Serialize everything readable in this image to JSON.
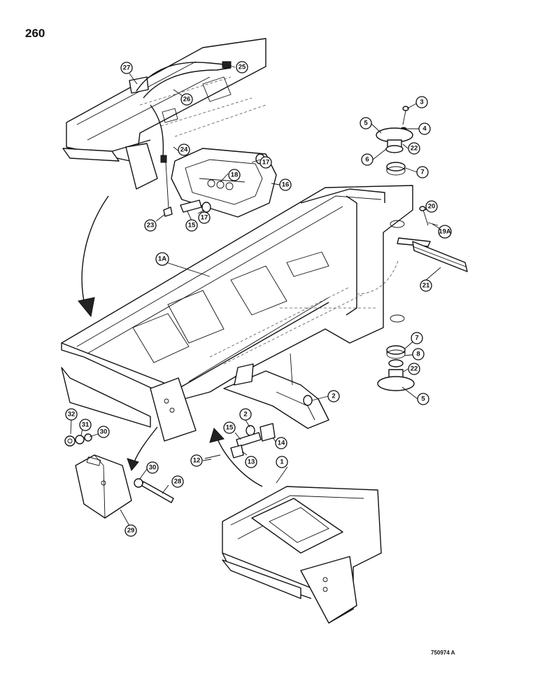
{
  "page": {
    "number": "260",
    "drawing_id": "750974 A"
  },
  "callouts": [
    "1",
    "1A",
    "2",
    "2",
    "2",
    "3",
    "4",
    "5",
    "5",
    "6",
    "7",
    "7",
    "8",
    "12",
    "13",
    "14",
    "15",
    "15",
    "16",
    "17",
    "17",
    "18",
    "19A",
    "20",
    "21",
    "22",
    "22",
    "23",
    "24",
    "25",
    "26",
    "27",
    "28",
    "29",
    "30",
    "30",
    "31",
    "32"
  ]
}
